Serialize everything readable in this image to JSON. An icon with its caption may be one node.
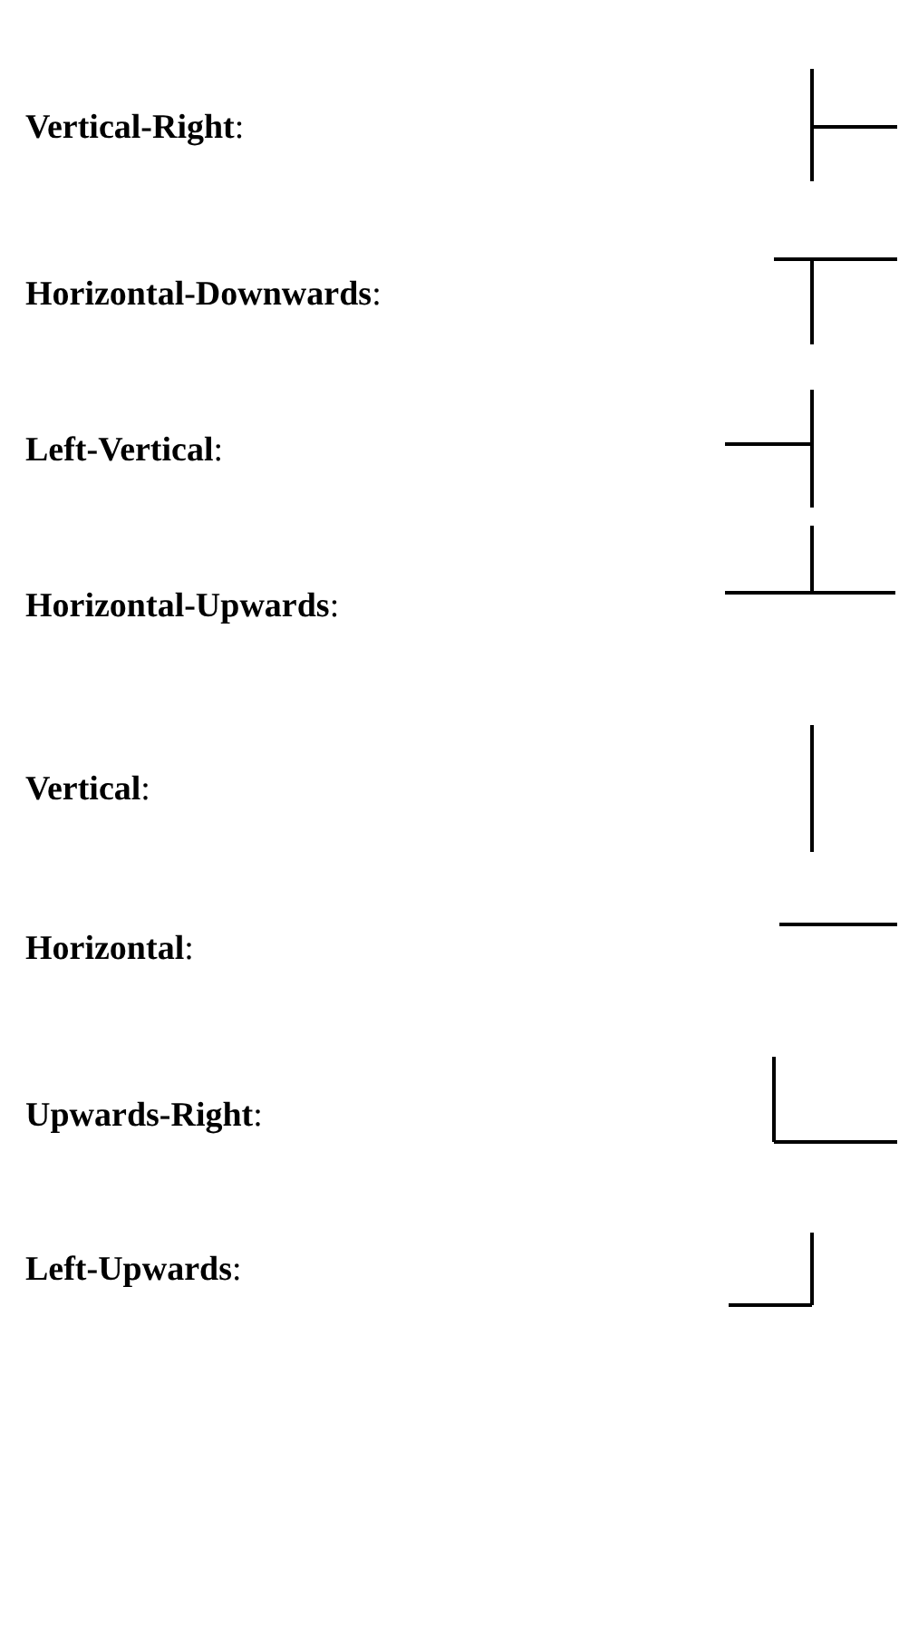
{
  "diagram": {
    "labels": [
      "**Vertical-Right**:",
      "**Horizontal-Downwards**:",
      "**Left-Vertical**:",
      "**Horizontal-Upwards**:",
      "**Vertical**:",
      "**Horizontal**:",
      "**Upwards-Right**:",
      "**Left-Upwards**:"
    ]
  }
}
